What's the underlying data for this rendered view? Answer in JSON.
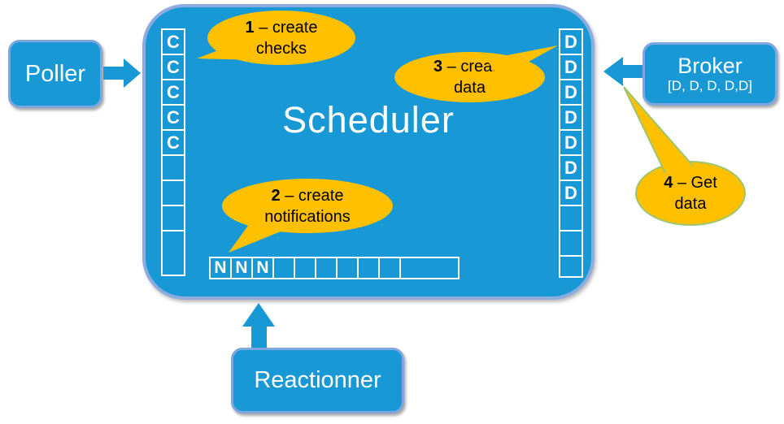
{
  "scheduler": {
    "title": "Scheduler"
  },
  "nodes": {
    "poller": {
      "label": "Poller"
    },
    "broker": {
      "label": "Broker",
      "sublabel": "[D, D, D, D,D]"
    },
    "reactionner": {
      "label": "Reactionner"
    }
  },
  "queues": {
    "checks": {
      "cells": [
        "C",
        "C",
        "C",
        "C",
        "C",
        "",
        "",
        ""
      ]
    },
    "data": {
      "cells": [
        "D",
        "D",
        "D",
        "D",
        "D",
        "D",
        "D",
        "",
        ""
      ]
    },
    "notifications": {
      "cells": [
        "N",
        "N",
        "N",
        "",
        "",
        "",
        "",
        "",
        ""
      ]
    }
  },
  "callouts": {
    "c1": {
      "num": "1",
      "rest": " – create",
      "line2": "checks"
    },
    "c2": {
      "num": "2",
      "rest": " – create",
      "line2": "notifications"
    },
    "c3": {
      "num": "3",
      "rest": " – create",
      "line2": "data"
    },
    "c4": {
      "num": "4",
      "rest": " – Get",
      "line2": "data"
    }
  },
  "colors": {
    "blue": "#1899D6",
    "box_border": "#7FA7DD",
    "big_box_border": "#8CACDF",
    "yellow": "#FFC000",
    "green_outline": "#9CC573",
    "text_white": "#FFFFFF",
    "text_black": "#000000"
  }
}
